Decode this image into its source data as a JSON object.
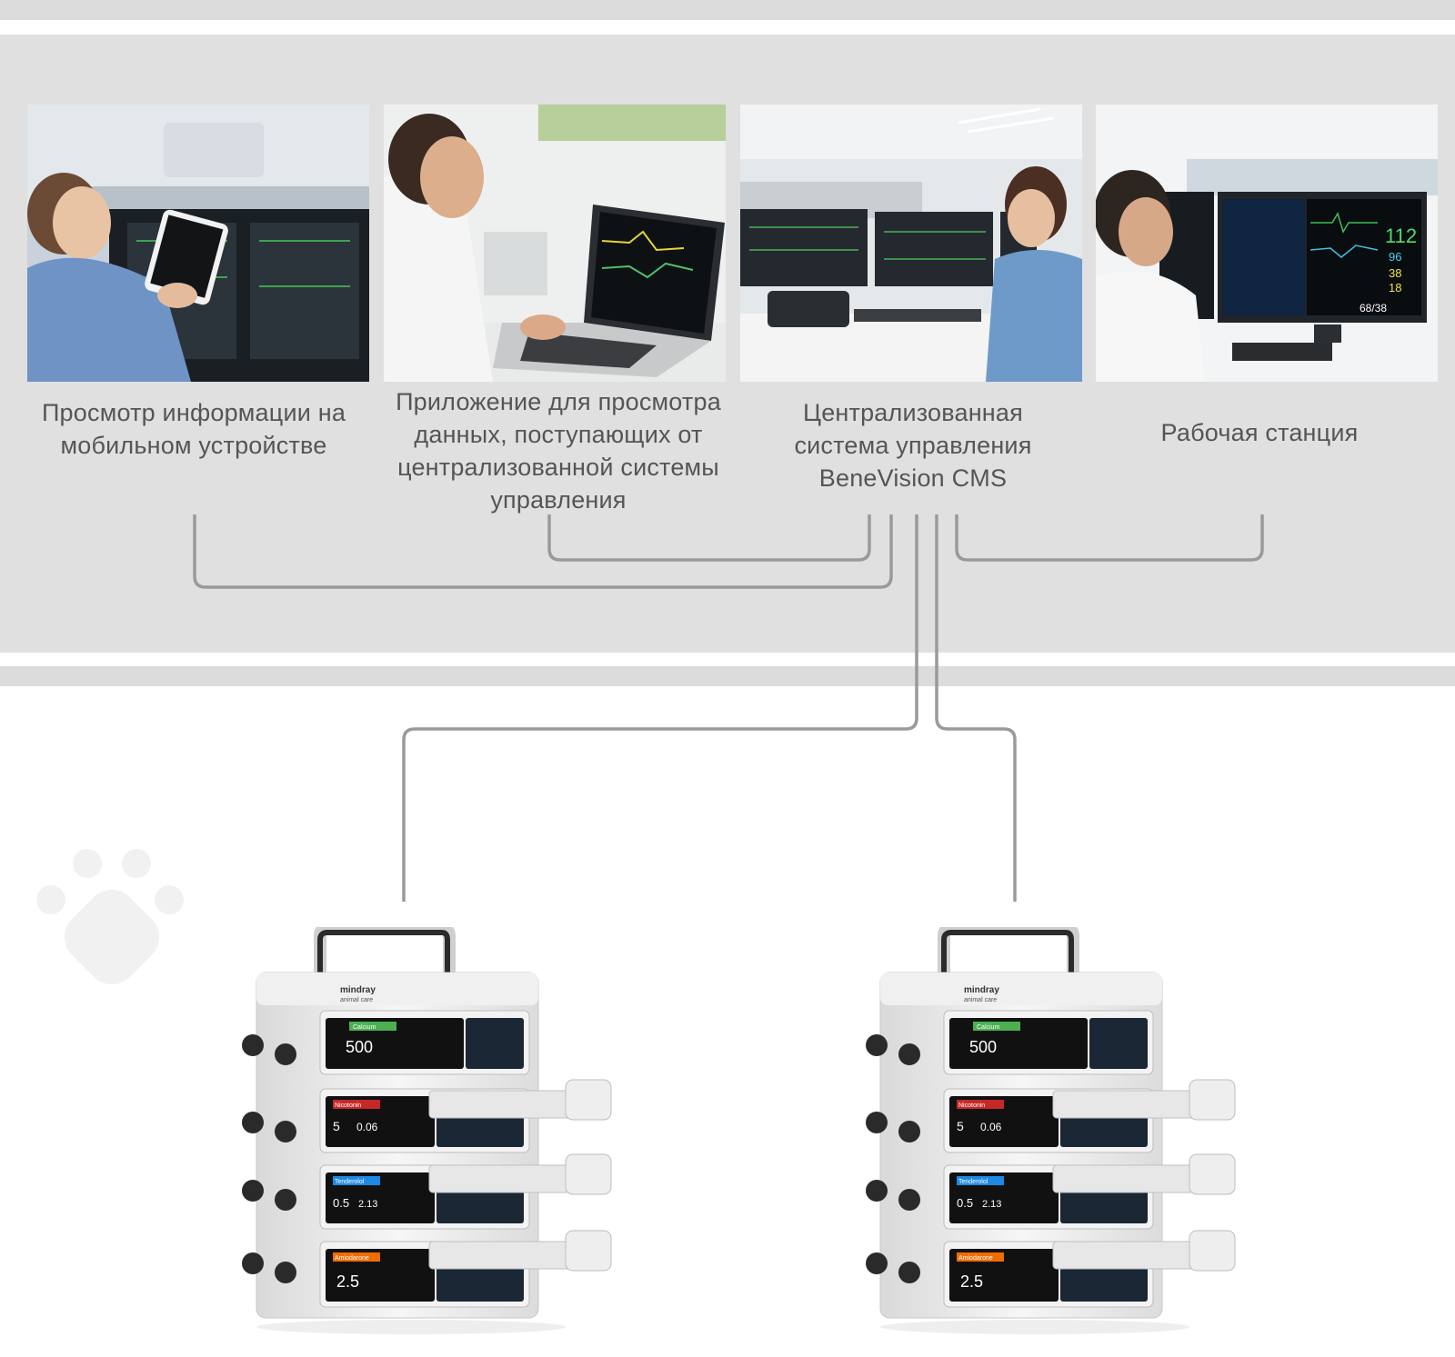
{
  "sources": [
    {
      "id": "mobile",
      "caption_lines": [
        "Просмотр информации на",
        "мобильном устройстве"
      ]
    },
    {
      "id": "web-viewer",
      "caption_lines": [
        "Приложение для просмотра",
        "данных, поступающих от",
        "централизованной системы",
        "управления"
      ]
    },
    {
      "id": "cms",
      "caption_lines": [
        "Централизованная",
        "система управления",
        "BeneVision CMS"
      ]
    },
    {
      "id": "workstation",
      "caption_lines": [
        "Рабочая станция"
      ]
    }
  ],
  "devices": [
    {
      "id": "pump-stack-1",
      "brand": "mindray",
      "brand_sub": "animal care",
      "modules": [
        {
          "drug": "Calcium",
          "main": "500",
          "secondary": "",
          "accent": "#4caf50"
        },
        {
          "drug": "Nicotonin",
          "main": "5",
          "secondary": "0.06",
          "accent": "#c62828"
        },
        {
          "drug": "Tenderolol",
          "main": "0.5",
          "secondary": "2.13",
          "accent": "#1e88e5"
        },
        {
          "drug": "Amiodarone",
          "main": "2.5",
          "secondary": "",
          "accent": "#ef6c00"
        }
      ]
    },
    {
      "id": "pump-stack-2",
      "brand": "mindray",
      "brand_sub": "animal care",
      "modules": [
        {
          "drug": "Calcium",
          "main": "500",
          "secondary": "",
          "accent": "#4caf50"
        },
        {
          "drug": "Nicotonin",
          "main": "5",
          "secondary": "0.06",
          "accent": "#c62828"
        },
        {
          "drug": "Tenderolol",
          "main": "0.5",
          "secondary": "2.13",
          "accent": "#1e88e5"
        },
        {
          "drug": "Amiodarone",
          "main": "2.5",
          "secondary": "",
          "accent": "#ef6c00"
        }
      ]
    }
  ],
  "workstation_monitor": {
    "values": [
      "112",
      "96",
      "38",
      "18",
      "68/38"
    ]
  },
  "colors": {
    "band": "#dcdcdc",
    "panel": "#e0e0e0",
    "connector": "#9a9a9a",
    "caption_text": "#555555"
  }
}
